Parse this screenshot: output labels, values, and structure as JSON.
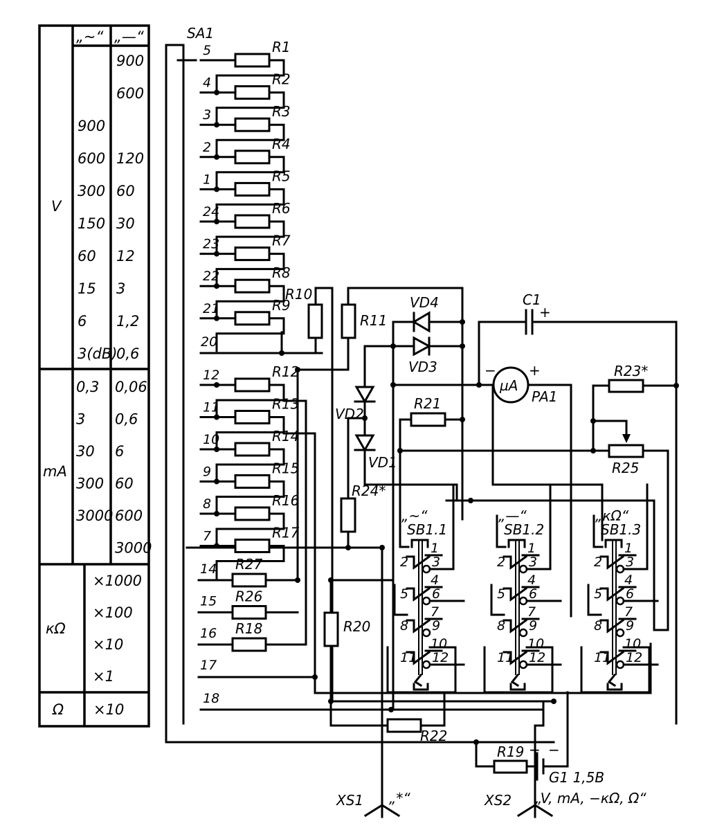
{
  "range_table": {
    "header": {
      "ac": "„~“",
      "dc": "„—“"
    },
    "voltage": {
      "unit": "V",
      "rows": [
        {
          "ac": "",
          "dc": "900"
        },
        {
          "ac": "",
          "dc": "600"
        },
        {
          "ac": "900",
          "dc": ""
        },
        {
          "ac": "600",
          "dc": "120"
        },
        {
          "ac": "300",
          "dc": "60"
        },
        {
          "ac": "150",
          "dc": "30"
        },
        {
          "ac": "60",
          "dc": "12"
        },
        {
          "ac": "15",
          "dc": "3"
        },
        {
          "ac": "6",
          "dc": "1,2"
        },
        {
          "ac": "3(dB)",
          "dc": "0,6"
        }
      ]
    },
    "current": {
      "unit": "mA",
      "rows": [
        {
          "ac": "0,3",
          "dc": "0,06"
        },
        {
          "ac": "3",
          "dc": "0,6"
        },
        {
          "ac": "30",
          "dc": "6"
        },
        {
          "ac": "300",
          "dc": "60"
        },
        {
          "ac": "3000",
          "dc": "600"
        },
        {
          "ac": "",
          "dc": "3000"
        }
      ]
    },
    "kohm": {
      "unit": "кΩ",
      "rows": [
        "×1000",
        "×100",
        "×10",
        "×1"
      ]
    },
    "ohm": {
      "unit": "Ω",
      "rows": [
        "×10"
      ]
    }
  },
  "schematic": {
    "switch_label": "SA1",
    "ladder_top": [
      {
        "pin": "5",
        "res": "R1"
      },
      {
        "pin": "4",
        "res": "R2"
      },
      {
        "pin": "3",
        "res": "R3"
      },
      {
        "pin": "2",
        "res": "R4"
      },
      {
        "pin": "1",
        "res": "R5"
      },
      {
        "pin": "24",
        "res": "R6"
      },
      {
        "pin": "23",
        "res": "R7"
      },
      {
        "pin": "22",
        "res": "R8"
      },
      {
        "pin": "21",
        "res": "R9"
      }
    ],
    "pin_20": "20",
    "ladder_bottom": [
      {
        "pin": "12",
        "res": "R12"
      },
      {
        "pin": "11",
        "res": "R13"
      },
      {
        "pin": "10",
        "res": "R14"
      },
      {
        "pin": "9",
        "res": "R15"
      },
      {
        "pin": "8",
        "res": "R16"
      },
      {
        "pin": "7",
        "res": "R17"
      }
    ],
    "shunts": [
      {
        "pin": "14",
        "res": "R27"
      },
      {
        "pin": "15",
        "res": "R26"
      },
      {
        "pin": "16",
        "res": "R18"
      }
    ],
    "pin_17": "17",
    "pin_18": "18",
    "components": {
      "R10": "R10",
      "R11": "R11",
      "R20": "R20",
      "R21": "R21",
      "R22": "R22",
      "R19": "R19",
      "R23": "R23*",
      "R24": "R24*",
      "R25": "R25",
      "VD1": "VD1",
      "VD2": "VD2",
      "VD3": "VD3",
      "VD4": "VD4",
      "C1": "C1",
      "PA1": "PA1",
      "meter": "µA",
      "battery": "G1 1,5B",
      "plus": "+",
      "minus": "−"
    },
    "buttons": [
      {
        "mode": "„~“",
        "name": "SB1.1"
      },
      {
        "mode": "„—“",
        "name": "SB1.2"
      },
      {
        "mode": "„кΩ“",
        "name": "SB1.3"
      }
    ],
    "button_pins": [
      "1",
      "2",
      "3",
      "4",
      "5",
      "6",
      "7",
      "8",
      "9",
      "10",
      "11",
      "12"
    ],
    "sockets": [
      {
        "name": "XS1",
        "label": "„*“"
      },
      {
        "name": "XS2",
        "label": "„V, mA, −кΩ, Ω“"
      }
    ]
  }
}
